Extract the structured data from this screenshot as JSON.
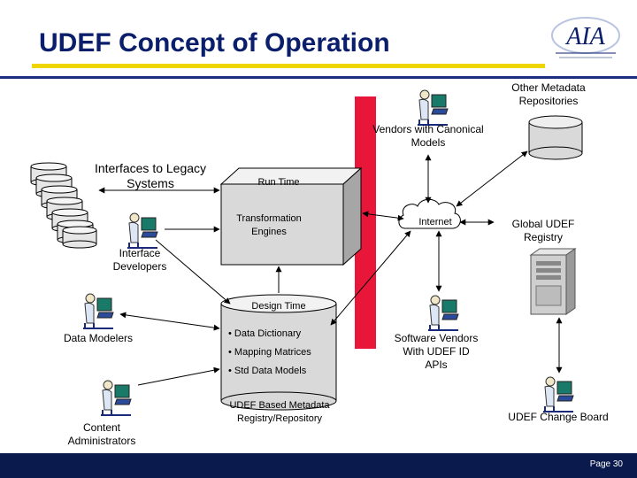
{
  "title": "UDEF Concept of Operation",
  "logo_text": "AIA",
  "page_number": "Page 30",
  "labels": {
    "other_repos": "Other Metadata Repositories",
    "vendors_canonical": "Vendors with Canonical Models",
    "interfaces_legacy": "Interfaces to Legacy Systems",
    "run_time": "Run Time",
    "transformation_engines": "Transformation Engines",
    "internet": "Internet",
    "global_registry": "Global UDEF Registry",
    "interface_developers": "Interface Developers",
    "design_time": "Design Time",
    "data_modelers": "Data Modelers",
    "data_dictionary": "• Data Dictionary",
    "mapping_matrices": "• Mapping Matrices",
    "std_data_models": "• Std Data Models",
    "udef_metadata": "UDEF Based Metadata Registry/Repository",
    "software_vendors": "Software Vendors With UDEF ID APIs",
    "udef_change_board": "UDEF Change Board",
    "content_administrators": "Content Administrators"
  },
  "colors": {
    "title": "#0b1e6b",
    "accent_rule": "#f0d600",
    "footer": "#0a1a4d",
    "red_bar": "#e8173a",
    "box_fill": "#d9d9d9"
  }
}
